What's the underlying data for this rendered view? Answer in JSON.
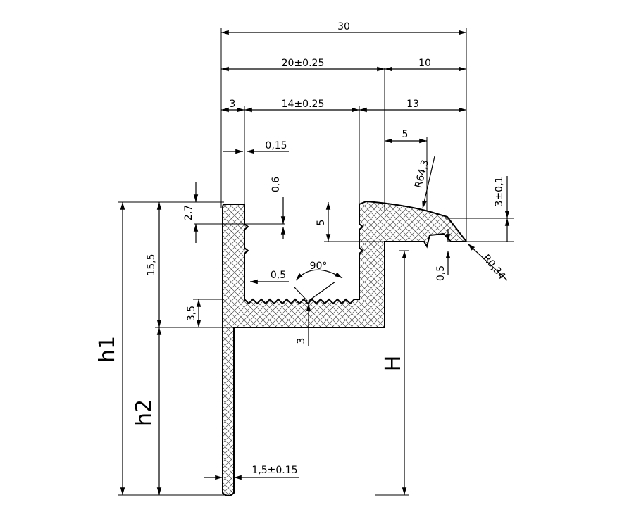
{
  "dimensions": {
    "overall_width": "30",
    "width_20": "20±0.25",
    "width_10": "10",
    "width_3": "3",
    "width_14": "14±0.25",
    "width_13": "13",
    "width_5": "5",
    "lip_015": "0,15",
    "notch_06": "0,6",
    "top_27": "2,7",
    "height_155": "15,5",
    "depth_5": "5",
    "teeth_05": "0,5",
    "angle_90": "90°",
    "base_35": "3,5",
    "base_3": "3",
    "radius_643": "R64,3",
    "tip_3": "3±0,1",
    "gap_05": "0,5",
    "radius_034": "R0,34",
    "stem_15": "1,5±0.15",
    "h1": "h1",
    "h2": "h2",
    "H": "H"
  }
}
